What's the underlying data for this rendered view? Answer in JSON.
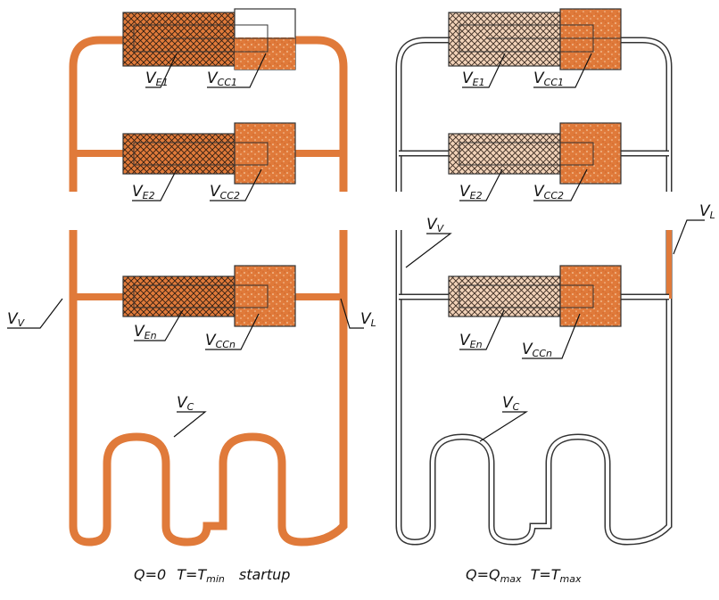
{
  "colors": {
    "liquid": "#e07a3a",
    "liquid_spot": "#f6c9a2",
    "line": "#333333",
    "background": "#ffffff"
  },
  "left": {
    "labels": {
      "ve1": {
        "main": "V",
        "sub": "E1"
      },
      "vcc1": {
        "main": "V",
        "sub": "CC1"
      },
      "ve2": {
        "main": "V",
        "sub": "E2"
      },
      "vcc2": {
        "main": "V",
        "sub": "CC2"
      },
      "ven": {
        "main": "V",
        "sub": "En"
      },
      "vccn": {
        "main": "V",
        "sub": "CCn"
      },
      "vv": {
        "main": "V",
        "sub": "V"
      },
      "vl": {
        "main": "V",
        "sub": "L"
      },
      "vc": {
        "main": "V",
        "sub": "C"
      }
    },
    "caption": {
      "q": "Q=0",
      "t": "T=T",
      "t_sub": "min",
      "tail": "startup"
    }
  },
  "right": {
    "labels": {
      "ve1": {
        "main": "V",
        "sub": "E1"
      },
      "vcc1": {
        "main": "V",
        "sub": "CC1"
      },
      "ve2": {
        "main": "V",
        "sub": "E2"
      },
      "vcc2": {
        "main": "V",
        "sub": "CC2"
      },
      "ven": {
        "main": "V",
        "sub": "En"
      },
      "vccn": {
        "main": "V",
        "sub": "CCn"
      },
      "vv": {
        "main": "V",
        "sub": "V"
      },
      "vl": {
        "main": "V",
        "sub": "L"
      },
      "vc": {
        "main": "V",
        "sub": "C"
      }
    },
    "caption": {
      "q": "Q=Q",
      "q_sub": "max",
      "t": "T=T",
      "t_sub": "max"
    }
  }
}
